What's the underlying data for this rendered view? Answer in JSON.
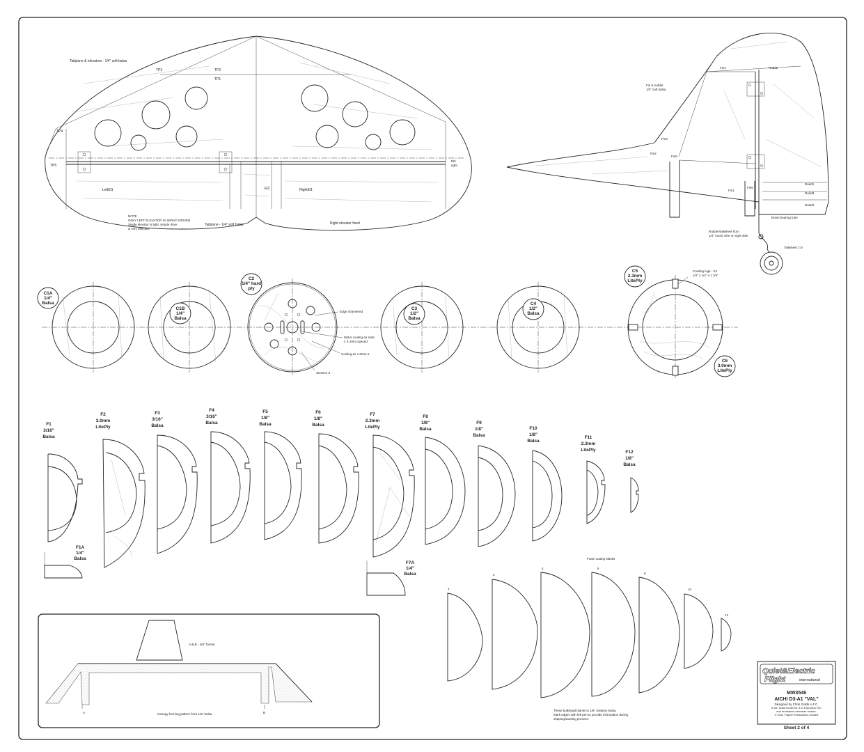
{
  "sheet": {
    "tailplane": {
      "title_note": "Tailplane & elevators - 1/4\" soft balsa",
      "ribs": [
        "TP3",
        "TP2",
        "TP1",
        "TP4",
        "TP5"
      ],
      "left_elevator": "LeftEl1",
      "center_elevator": "El2",
      "right_elevator": "RightEl1",
      "el3_right": [
        "El3",
        "right"
      ],
      "note_lines": [
        "NOTE",
        "ONLY LEFT ELEVATOR IS SERVO DRIVEN",
        "Single elevator is light, simple drive",
        "& very effective"
      ],
      "tailplane_note": "Tailplane - 1/4\" soft balsa",
      "right_elevator_note": "Right elevator fixed"
    },
    "fin": {
      "note_lines": [
        "Fin & rudder",
        "1/4\" soft balsa"
      ],
      "labels": [
        "Fin4",
        "Rudd2",
        "Fin3",
        "Fin5",
        "Fin2",
        "Fin1",
        "Fin6",
        "Rudd1",
        "Rudd3",
        "Rudd4"
      ],
      "brass_tube": "Brass bearing tube",
      "tailwheel_horn_lines": [
        "Rudder/tailwheel horn",
        "1/4\" music wire on right side"
      ],
      "tailwheel": "Tailwheel 1\"ø"
    },
    "formers_row1": [
      {
        "name": "C1A",
        "mat": [
          "1/4\"",
          "Balsa"
        ]
      },
      {
        "name": "C1B",
        "mat": [
          "1/4\"",
          "Balsa"
        ]
      },
      {
        "name": "C2",
        "mat": [
          "1/4\" hard",
          "ply"
        ]
      },
      {
        "name": "C3",
        "mat": [
          "1/2\"",
          "Balsa"
        ]
      },
      {
        "name": "C4",
        "mat": [
          "1/2\"",
          "Balsa"
        ]
      },
      {
        "name": "C5",
        "mat": [
          "2.3mm",
          "LitePly"
        ]
      },
      {
        "name": "C6",
        "mat": [
          "3.0mm",
          "LitePly"
        ]
      }
    ],
    "c2_notes": {
      "edge": "Edge chamfered",
      "cooling_slots": [
        "Motor cooling air slots",
        "2 X 3mm spaced"
      ],
      "cooling_air": "Cooling air 1.0mm ø",
      "pcd": "45.5mm ø"
    },
    "c5_note": [
      "Cowling lugs - X4",
      "1/2\" x 1/4\" x 1 3/4\""
    ],
    "formers_row2": [
      {
        "name": "F1",
        "mat": [
          "3/16\"",
          "Balsa"
        ]
      },
      {
        "name": "F2",
        "mat": [
          "3.0mm",
          "LitePly"
        ]
      },
      {
        "name": "F3",
        "mat": [
          "3/16\"",
          "Balsa"
        ]
      },
      {
        "name": "F4",
        "mat": [
          "3/16\"",
          "Balsa"
        ]
      },
      {
        "name": "F5",
        "mat": [
          "1/8\"",
          "Balsa"
        ]
      },
      {
        "name": "F6",
        "mat": [
          "1/8\"",
          "Balsa"
        ]
      },
      {
        "name": "F7",
        "mat": [
          "2.3mm",
          "LitePly"
        ]
      },
      {
        "name": "F8",
        "mat": [
          "1/8\"",
          "Balsa"
        ]
      },
      {
        "name": "F9",
        "mat": [
          "1/8\"",
          "Balsa"
        ]
      },
      {
        "name": "F10",
        "mat": [
          "1/8\"",
          "Balsa"
        ]
      },
      {
        "name": "F11",
        "mat": [
          "2.3mm",
          "LitePly"
        ]
      },
      {
        "name": "F12",
        "mat": [
          "1/8\"",
          "Balsa"
        ]
      }
    ],
    "sub_formers": [
      {
        "name": "F1A",
        "mat": [
          "1/4\"",
          "Balsa"
        ]
      },
      {
        "name": "F7A",
        "mat": [
          "1/4\"",
          "Balsa"
        ]
      }
    ],
    "foam_blanks": {
      "title": "Foam cutting blanks",
      "numbers": [
        "1",
        "2",
        "4",
        "6",
        "8",
        "10",
        "12"
      ],
      "note_lines": [
        "These bulkhead blanks in 1/8\" medium balsa.",
        "Mark edges with felt pen to provide information during",
        "shaping/sanding process."
      ]
    },
    "canopy": {
      "screen_label": "A-B,B - 3/8\" former",
      "pattern_note": "Canopy forming pattern from 1/2\" balsa",
      "point_a": "A",
      "point_b": "B"
    },
    "title_block": {
      "logo_line1": "Quiet&Electric",
      "logo_line2": "Flight",
      "logo_line3": "international",
      "plan_no": "MW3546",
      "model": "AICHI D3-A1 \"VAL\"",
      "design_lines": [
        "Designed by Chris Golds A.F.C.",
        "A 34\" scale model for 4 to 6 function R/C",
        "and brushless outrunner motors.",
        "© 2011 Traplet Publications Limited"
      ],
      "sheet": "Sheet 2 of 4"
    }
  }
}
